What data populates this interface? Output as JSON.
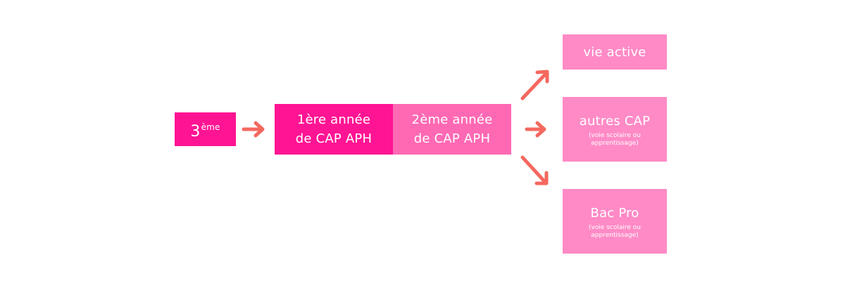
{
  "colors": {
    "hot_pink": "#ff1493",
    "medium_pink": "#ff69b4",
    "light_pink": "#ff8ac6",
    "arrow": "#f4685f"
  },
  "start": {
    "number": "3",
    "suffix": "ème"
  },
  "steps": {
    "year1": [
      "1ère année",
      "de CAP APH"
    ],
    "year2": [
      "2ème année",
      "de CAP APH"
    ]
  },
  "outcomes": {
    "active": {
      "title": "vie active"
    },
    "cap": {
      "title": "autres CAP",
      "note": [
        "(voie scolaire ou",
        "apprentissage)"
      ]
    },
    "bac": {
      "title": "Bac Pro",
      "note": [
        "(voie scolaire ou",
        "apprentissage)"
      ]
    }
  }
}
